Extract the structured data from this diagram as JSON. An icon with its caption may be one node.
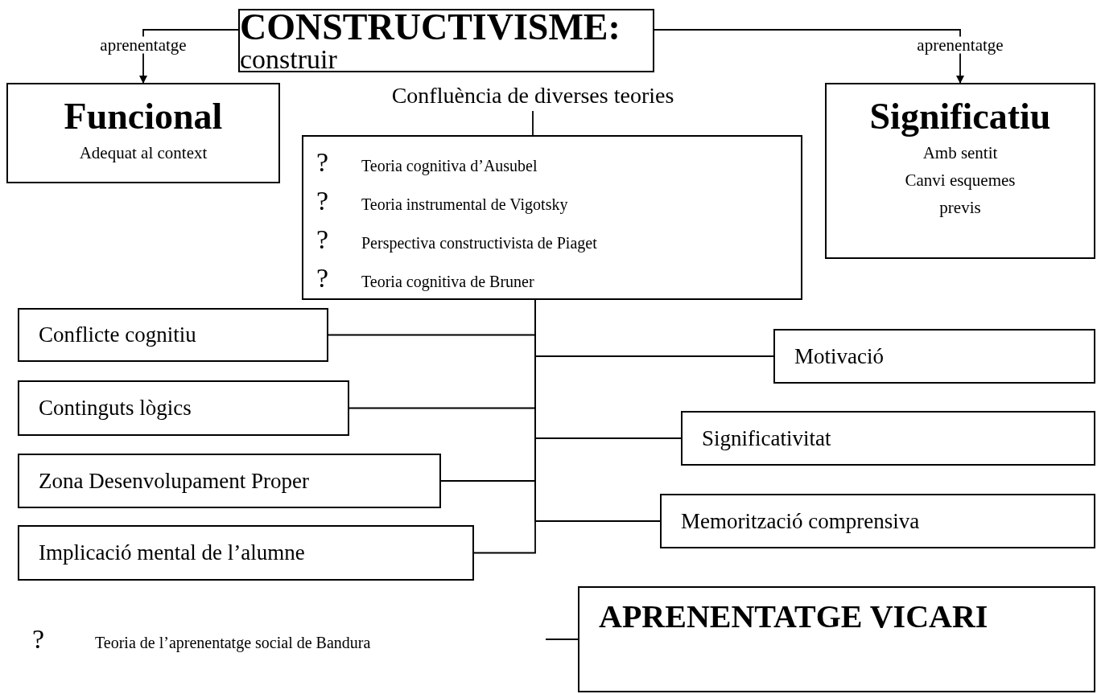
{
  "diagram": {
    "nodes": [
      {
        "text": [
          "**CONSTRUCTIVISME:** construir"
        ]
      },
      {
        "text": [
          "Funcional",
          "Adequat al context"
        ]
      },
      {
        "text": [
          "Confluència de diverses teories"
        ]
      },
      {
        "text": [
          "Significatiu",
          "Amb sentit",
          "Canvi esquemes previs"
        ]
      },
      {
        "text": [
          "?",
          "Teoria cognitiva d’Ausubel",
          "?",
          "Teoria instrumental de Vigotsky",
          "?",
          "Perspectiva constructivista de Piaget",
          "?",
          "Teoria cognitiva de Bruner"
        ]
      },
      {
        "text": [
          "Conflicte cognitiu"
        ]
      },
      {
        "text": [
          "Motivació"
        ]
      },
      {
        "text": [
          "Continguts lògics"
        ]
      },
      {
        "text": [
          "Significativitat"
        ]
      },
      {
        "text": [
          "Zona Desenvolupament Proper"
        ]
      },
      {
        "text": [
          "Memorització comprensiva"
        ]
      },
      {
        "text": [
          "Implicació mental de l’alumne"
        ]
      },
      {
        "text": [
          "?",
          "Teoria de l’aprenentatge social de Bandura"
        ]
      },
      {
        "text": [
          "APRENENTATGE VICARI"
        ]
      }
    ],
    "edges": [
      {
        "from": 0,
        "to": 1,
        "arrow": "to",
        "label": "aprenentatge"
      },
      {
        "from": 0,
        "to": 3,
        "arrow": "to",
        "label": "aprenentatge"
      },
      {
        "from": 2,
        "to": 4,
        "arrow": "none"
      },
      {
        "from": 4,
        "to": 5,
        "arrow": "none"
      },
      {
        "from": 4,
        "to": 6,
        "arrow": "none"
      },
      {
        "from": 4,
        "to": 7,
        "arrow": "none"
      },
      {
        "from": 4,
        "to": 8,
        "arrow": "none"
      },
      {
        "from": 4,
        "to": 9,
        "arrow": "none"
      },
      {
        "from": 4,
        "to": 10,
        "arrow": "none"
      },
      {
        "from": 4,
        "to": 11,
        "arrow": "none"
      },
      {
        "from": 12,
        "to": 13,
        "arrow": "none"
      }
    ]
  }
}
